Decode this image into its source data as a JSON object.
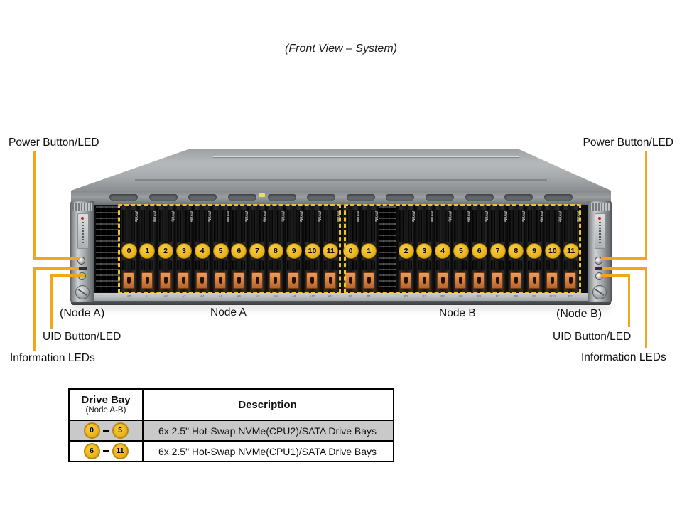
{
  "title": "(Front View – System)",
  "colors": {
    "callout_line": "#F2A71B",
    "node_dash": "#ECC42F",
    "bay_circle": "#EAB51E",
    "latch_orange": "#D47C3C",
    "table_alt_row": "#C9C9C9"
  },
  "callouts": {
    "left": {
      "power": "Power Button/LED",
      "node": "(Node A)",
      "uid": "UID Button/LED",
      "info": "Information LEDs"
    },
    "right": {
      "power": "Power Button/LED",
      "node": "(Node B)",
      "uid": "UID Button/LED",
      "info": "Information LEDs"
    }
  },
  "chassis": {
    "drive_marking": "NVMe",
    "node_a": {
      "label": "Node A",
      "bays": [
        "0",
        "1",
        "2",
        "3",
        "4",
        "5",
        "6",
        "7",
        "8",
        "9",
        "10",
        "11"
      ],
      "bay_ids": [
        "A0",
        "A1",
        "A2",
        "A3",
        "A4",
        "A5",
        "A6",
        "A7",
        "A8",
        "A9",
        "A10",
        "A11"
      ]
    },
    "node_b": {
      "label": "Node B",
      "bays": [
        "0",
        "1",
        "2",
        "3",
        "4",
        "5",
        "6",
        "7",
        "8",
        "9",
        "10",
        "11"
      ],
      "bay_ids": [
        "B0",
        "B1",
        "B2",
        "B3",
        "B4",
        "B5",
        "B6",
        "B7",
        "B8",
        "B9",
        "B10",
        "B11"
      ]
    }
  },
  "table": {
    "header": {
      "col1_title": "Drive Bay",
      "col1_sub": "(Node A-B)",
      "col2_title": "Description"
    },
    "rows": [
      {
        "from": "0",
        "to": "5",
        "desc": "6x 2.5\" Hot-Swap NVMe(CPU2)/SATA Drive Bays"
      },
      {
        "from": "6",
        "to": "11",
        "desc": "6x 2.5\" Hot-Swap NVMe(CPU1)/SATA Drive Bays"
      }
    ]
  }
}
